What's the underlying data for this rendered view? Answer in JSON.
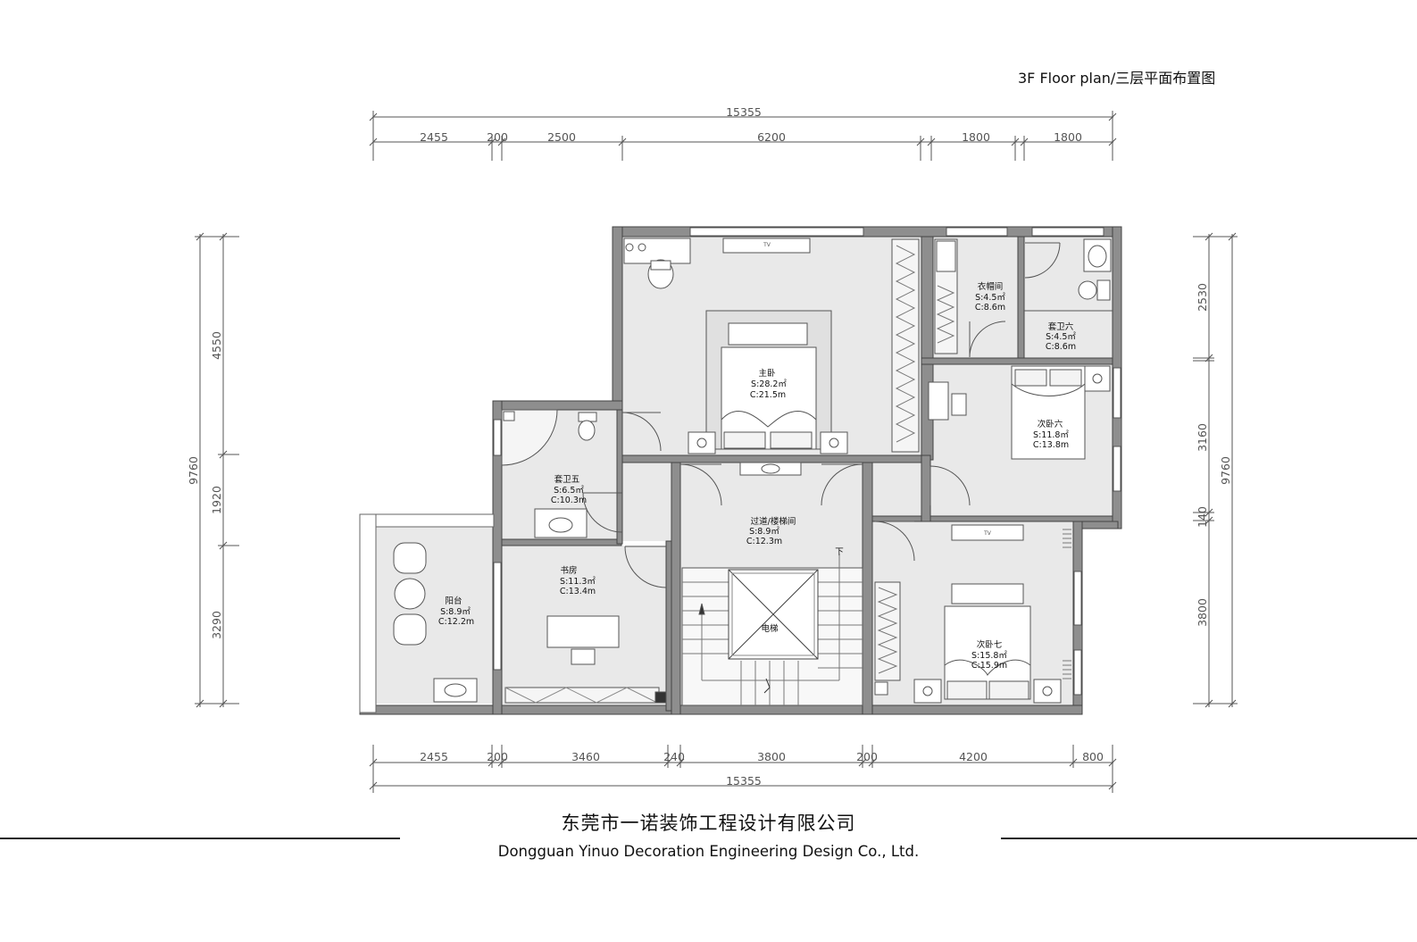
{
  "title": "3F Floor plan/三层平面布置图",
  "dimensions": {
    "top_total": "15355",
    "top_segments": [
      "2455",
      "200",
      "2500",
      "6200",
      "1800",
      "1800"
    ],
    "bottom_segments": [
      "2455",
      "200",
      "3460",
      "240",
      "3800",
      "200",
      "4200",
      "800"
    ],
    "bottom_total": "15355",
    "left_total": "9760",
    "left_segments": [
      "4550",
      "1920",
      "3290"
    ],
    "right_total": "9760",
    "right_segments": [
      "2530",
      "3160",
      "140",
      "3800"
    ]
  },
  "rooms": {
    "master": {
      "name": "主卧",
      "area": "S:28.2㎡",
      "perimeter": "C:21.5m"
    },
    "closet": {
      "name": "衣帽间",
      "area": "S:4.5㎡",
      "perimeter": "C:8.6m"
    },
    "bath6": {
      "name": "套卫六",
      "area": "S:4.5㎡",
      "perimeter": "C:8.6m"
    },
    "bed6": {
      "name": "次卧六",
      "area": "S:11.8㎡",
      "perimeter": "C:13.8m"
    },
    "bath5": {
      "name": "套卫五",
      "area": "S:6.5㎡",
      "perimeter": "C:10.3m"
    },
    "hall": {
      "name": "过道/楼梯间",
      "area": "S:8.9㎡",
      "perimeter": "C:12.3m"
    },
    "study": {
      "name": "书房",
      "area": "S:11.3㎡",
      "perimeter": "C:13.4m"
    },
    "balcony": {
      "name": "阳台",
      "area": "S:8.9㎡",
      "perimeter": "C:12.2m"
    },
    "bed7": {
      "name": "次卧七",
      "area": "S:15.8㎡",
      "perimeter": "C:15.9m"
    },
    "elevator": {
      "name": "电梯"
    }
  },
  "labels": {
    "stair_down": "下",
    "tv_master": "TV",
    "tv_bed7": "TV"
  },
  "company": {
    "name_cn": "东莞市一诺装饰工程设计有限公司",
    "name_en": "Dongguan Yinuo Decoration Engineering Design Co., Ltd."
  }
}
